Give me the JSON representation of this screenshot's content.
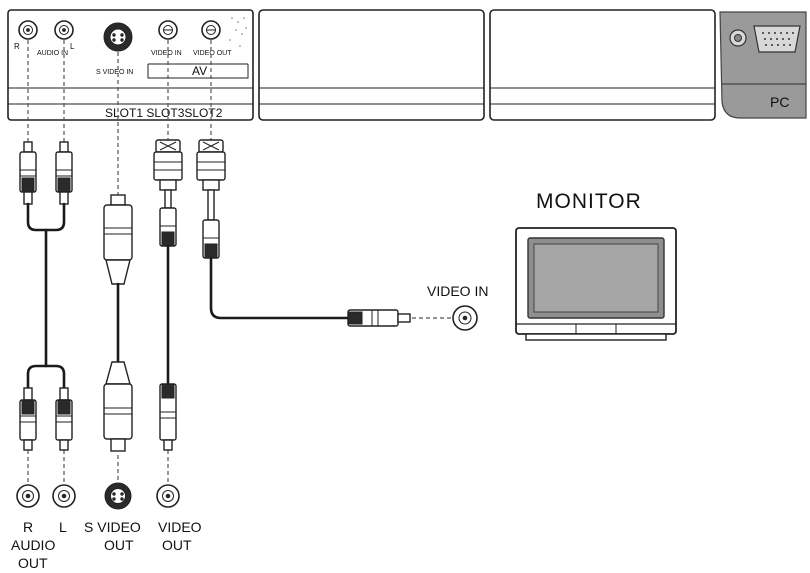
{
  "panel": {
    "jack_r": "R",
    "jack_l": "L",
    "audio_in": "AUDIO IN",
    "s_video_in": "S VIDEO IN",
    "video_in": "VIDEO IN",
    "video_out": "VIDEO OUT",
    "av": "AV",
    "slot_label": "SLOT1 SLOT3SLOT2",
    "pc": "PC"
  },
  "monitor": {
    "title": "MONITOR",
    "input_label": "VIDEO IN"
  },
  "source": {
    "r": "R",
    "l": "L",
    "audio_out_line1": "AUDIO",
    "audio_out_line2": "OUT",
    "s_video_out_line1": "S VIDEO",
    "s_video_out_line2": "OUT",
    "video_out_line1": "VIDEO",
    "video_out_line2": "OUT"
  },
  "colors": {
    "pc_panel": "#9a9a9a",
    "monitor_screen": "#8f8f8f",
    "cable": "#1a1a1a"
  }
}
